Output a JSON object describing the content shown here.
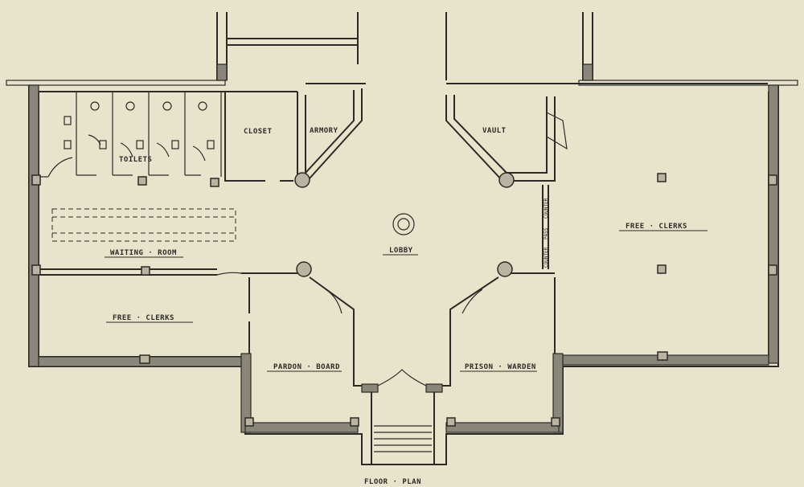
{
  "rooms": {
    "toilets": "TOILETS",
    "closet": "CLOSET",
    "armory": "ARMORY",
    "vault": "VAULT",
    "lobby": "LOBBY",
    "waiting_room": "WAITING · ROOM",
    "free_clerks_left": "FREE · CLERKS",
    "free_clerks_right": "FREE · CLERKS",
    "pardon_board": "PARDON · BOARD",
    "prison_warden": "PRISON · WARDEN"
  },
  "counter_labels": [
    "COUNTER",
    "PASS",
    "COUNTER"
  ],
  "caption": "FLOOR · PLAN"
}
